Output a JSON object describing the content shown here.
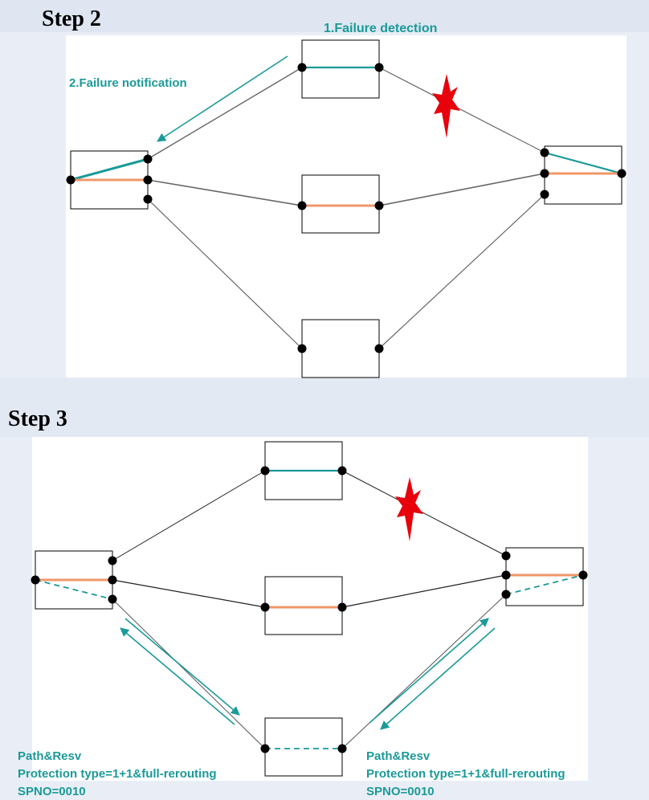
{
  "colors": {
    "background": "#e9eef6",
    "working_path": "#1a9a98",
    "protection_path": "#f0976a",
    "link": "#555555",
    "failure": "#e8000b",
    "node_port": "#000000"
  },
  "step2": {
    "title": "Step 2",
    "label_failure_detection": "1.Failure detection",
    "label_failure_notification": "2.Failure notification"
  },
  "step3": {
    "title": "Step 3",
    "left_info": {
      "line1": "Path&Resv",
      "line2": "Protection type=1+1&full-rerouting",
      "line3": "SPNO=0010"
    },
    "right_info": {
      "line1": "Path&Resv",
      "line2": "Protection type=1+1&full-rerouting",
      "line3": "SPNO=0010"
    }
  }
}
